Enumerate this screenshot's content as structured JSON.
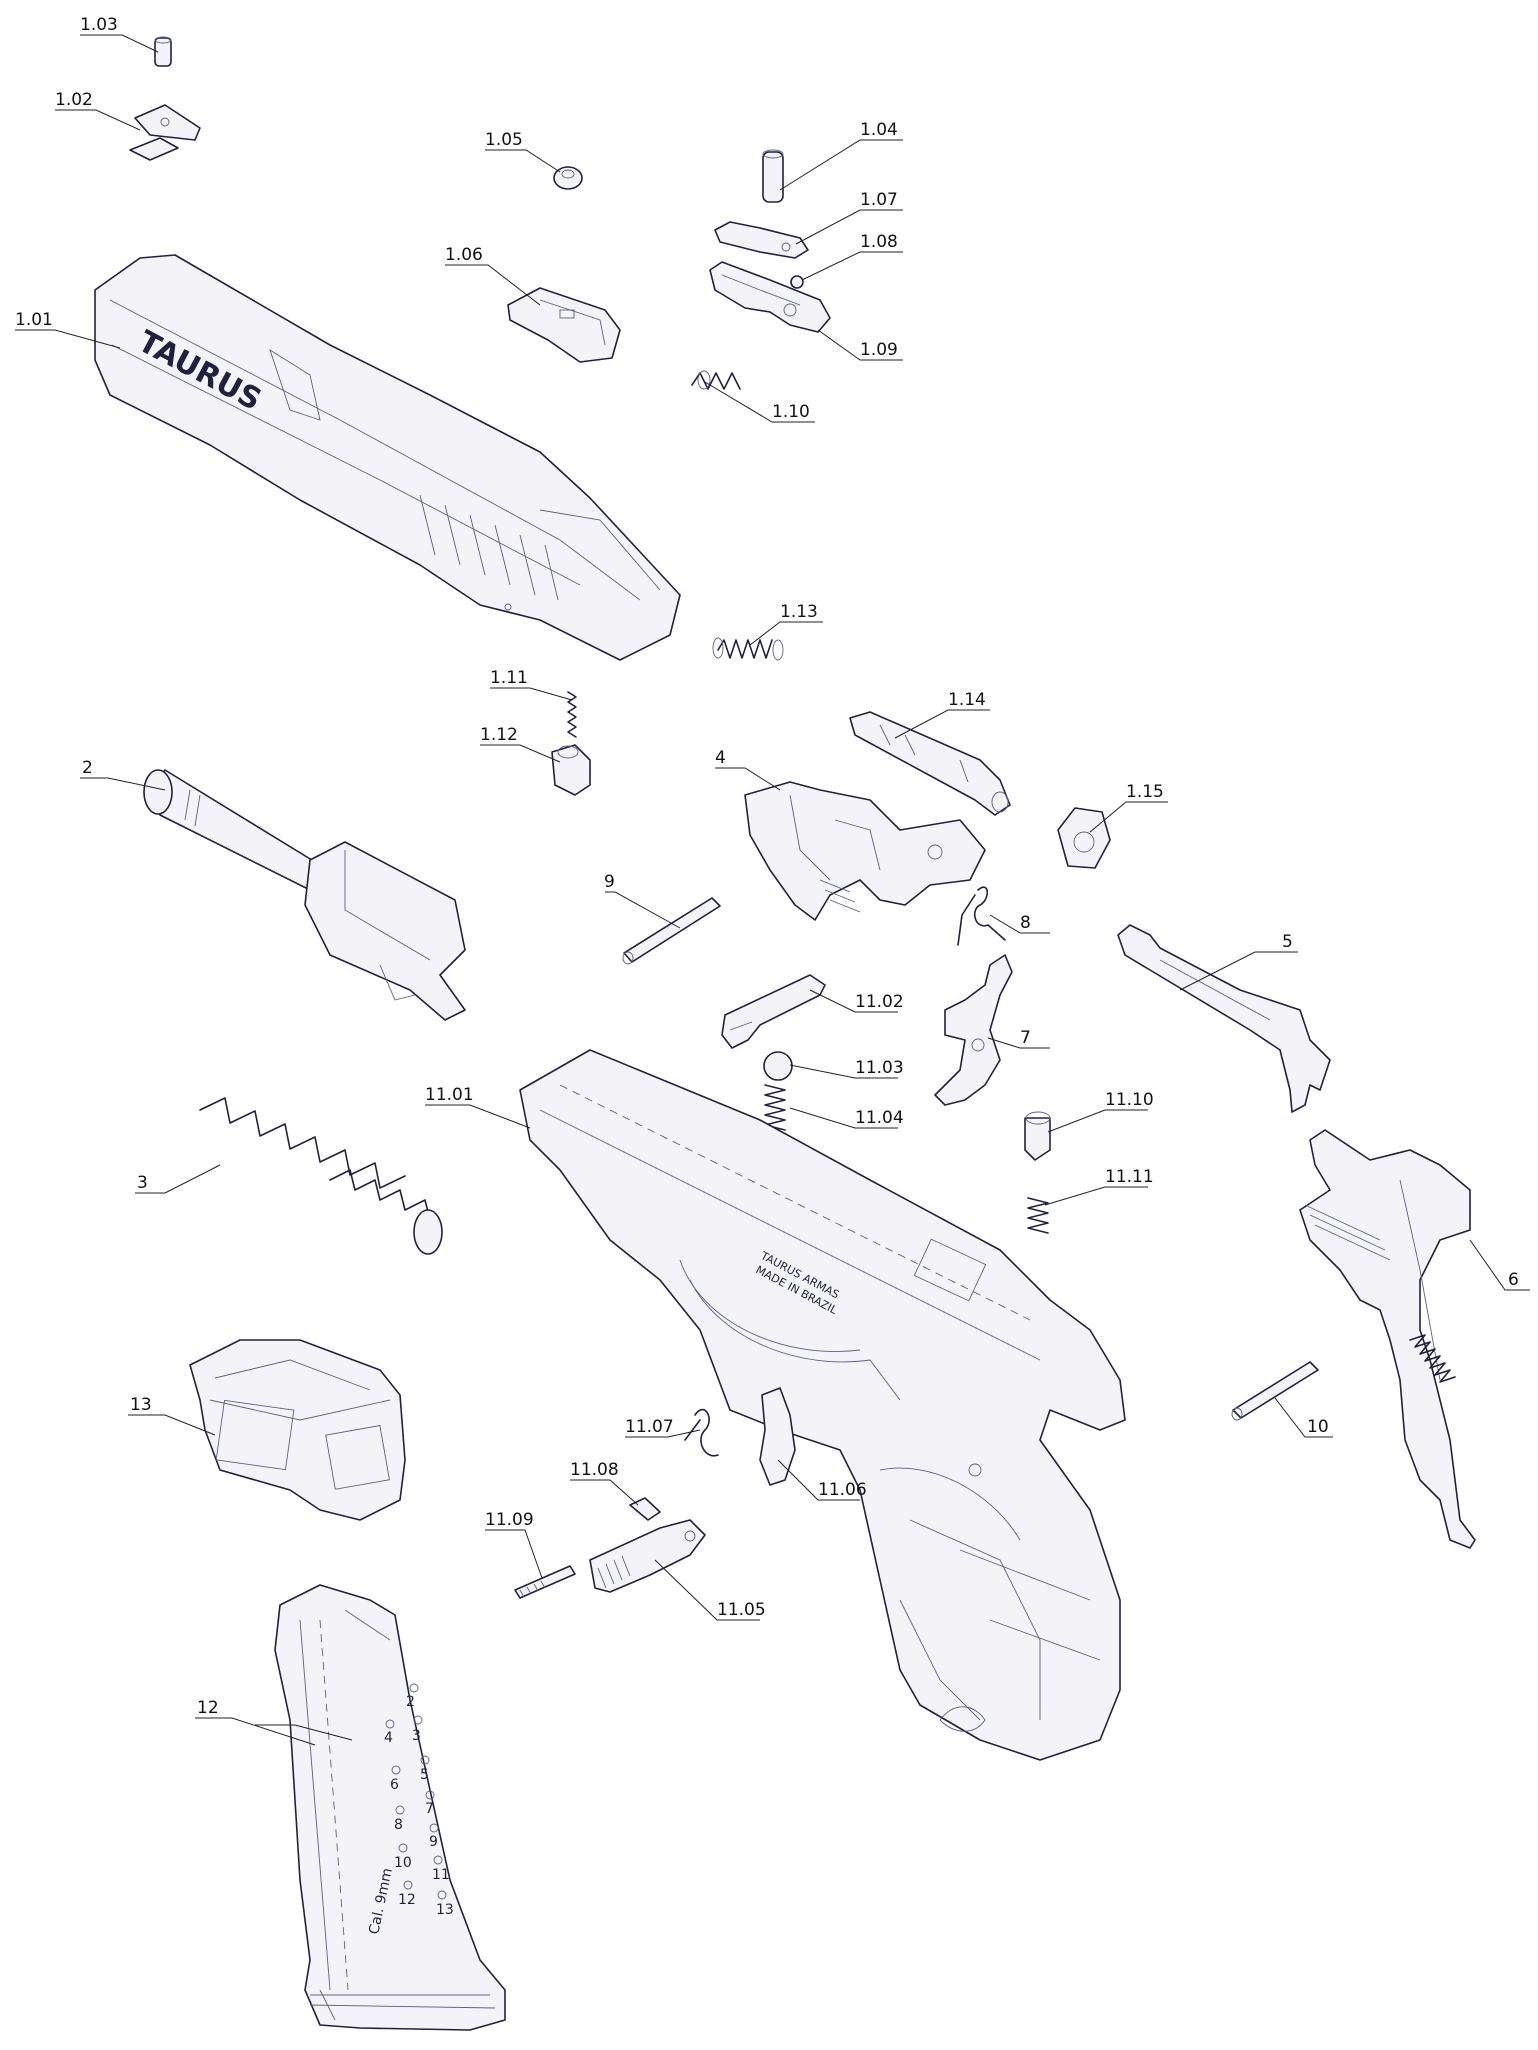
{
  "parts": [
    {
      "id": "1.01"
    },
    {
      "id": "1.02"
    },
    {
      "id": "1.03"
    },
    {
      "id": "1.04"
    },
    {
      "id": "1.05"
    },
    {
      "id": "1.06"
    },
    {
      "id": "1.07"
    },
    {
      "id": "1.08"
    },
    {
      "id": "1.09"
    },
    {
      "id": "1.10"
    },
    {
      "id": "1.11"
    },
    {
      "id": "1.12"
    },
    {
      "id": "1.13"
    },
    {
      "id": "1.14"
    },
    {
      "id": "1.15"
    },
    {
      "id": "2"
    },
    {
      "id": "3"
    },
    {
      "id": "4"
    },
    {
      "id": "5"
    },
    {
      "id": "6"
    },
    {
      "id": "7"
    },
    {
      "id": "8"
    },
    {
      "id": "9"
    },
    {
      "id": "10"
    },
    {
      "id": "11.01"
    },
    {
      "id": "11.02"
    },
    {
      "id": "11.03"
    },
    {
      "id": "11.04"
    },
    {
      "id": "11.05"
    },
    {
      "id": "11.06"
    },
    {
      "id": "11.07"
    },
    {
      "id": "11.08"
    },
    {
      "id": "11.09"
    },
    {
      "id": "11.10"
    },
    {
      "id": "11.11"
    },
    {
      "id": "12"
    },
    {
      "id": "13"
    }
  ],
  "engravings": {
    "slide_brand": "TAURUS",
    "frame_line1": "TAURUS ARMAS",
    "frame_line2": "MADE IN BRAZIL",
    "magazine_caliber": "Cal. 9mm",
    "magazine_round_counts": [
      "2",
      "3",
      "4",
      "5",
      "6",
      "7",
      "8",
      "9",
      "10",
      "11",
      "12",
      "13"
    ]
  },
  "colors": {
    "line": "#1f2140",
    "leader": "#222222",
    "background": "#ffffff"
  }
}
